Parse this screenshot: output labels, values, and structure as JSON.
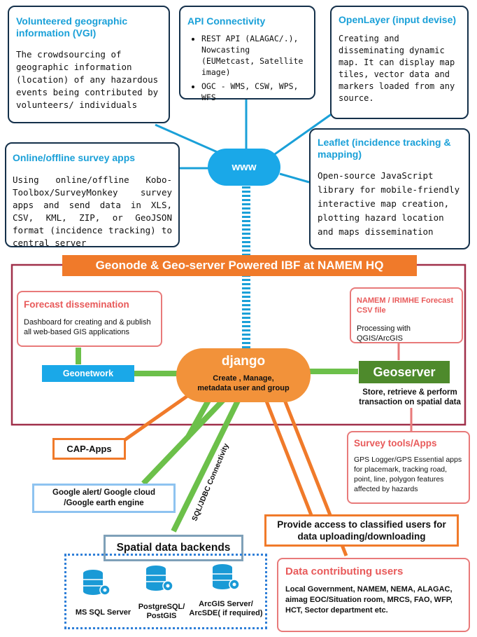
{
  "vgi": {
    "title": "Volunteered geographic information (VGI)",
    "body": "The crowdsourcing of geographic information (location) of any hazardous events being contributed by volunteers/ individuals"
  },
  "api": {
    "title": "API Connectivity",
    "items": [
      "REST API (ALAGAC/.), Nowcasting (EUMetcast, Satellite image)",
      "OGC - WMS, CSW, WPS, WFS"
    ]
  },
  "openlayer": {
    "title": "OpenLayer (input devise)",
    "body": "Creating and disseminating dynamic map. It can display map tiles, vector data and markers loaded from any source."
  },
  "survey_apps": {
    "title": "Online/offline survey apps",
    "body": "Using online/offline Kobo-Toolbox/SurveyMonkey survey apps and send data in XLS, CSV, KML, ZIP, or GeoJSON format (incidence tracking) to central server"
  },
  "www": {
    "label": "www"
  },
  "leaflet": {
    "title": "Leaflet (incidence tracking & mapping)",
    "body": "Open-source JavaScript library for mobile-friendly interactive map creation, plotting hazard location and maps dissemination"
  },
  "hq": {
    "banner": "Geonode & Geo-server Powered IBF at NAMEM HQ"
  },
  "forecast": {
    "title": "Forecast dissemination",
    "body": "Dashboard for creating and & publish all web-based GIS applications"
  },
  "namem_csv": {
    "title": "NAMEM / IRIMHE Forecast CSV file",
    "body": "Processing with QGIS/ArcGIS"
  },
  "geonetwork": {
    "label": "Geonetwork"
  },
  "django": {
    "title": "django",
    "subtitle": "Create , Manage, metadata user and group"
  },
  "geoserver": {
    "label": "Geoserver",
    "caption": "Store, retrieve & perform transaction on spatial data"
  },
  "survey_tools": {
    "title": "Survey tools/Apps",
    "body": "GPS Logger/GPS Essential apps for placemark, tracking road, point, line, polygon features affected by hazards"
  },
  "cap": {
    "label": "CAP-Apps"
  },
  "google": {
    "label": "Google alert/ Google cloud /Google earth engine"
  },
  "sql_jdbc": {
    "label": "SQL/JDBC Connectivity"
  },
  "classified": {
    "label": "Provide access to classified users for data uploading/downloading"
  },
  "backends": {
    "title": "Spatial data backends",
    "items": [
      {
        "label": "MS SQL Server"
      },
      {
        "label": "PostgreSQL/ PostGIS"
      },
      {
        "label": "ArcGIS Server/ ArcSDE( if required)"
      }
    ]
  },
  "contributors": {
    "title": "Data contributing users",
    "body": "Local Government, NAMEM, NEMA, ALAGAC, aimag EOC/Situation room, MRCS, FAO, WFP, HCT, Sector department etc."
  },
  "colors": {
    "navy": "#14304a",
    "cyan": "#1aa0d8",
    "orange": "#f07a2a",
    "green": "#6cc04a",
    "pink": "#e87a7a",
    "maroon": "#a0304a",
    "blue": "#2f7fd8"
  }
}
